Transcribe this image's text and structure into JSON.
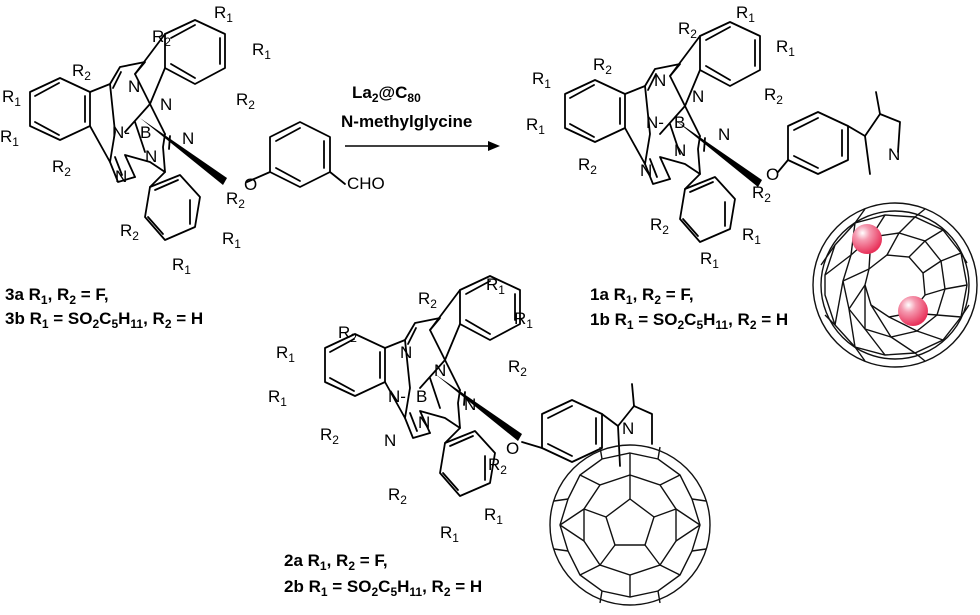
{
  "reaction": {
    "reagent_line1": {
      "base": "La",
      "sub1": "2",
      "mid": "@C",
      "sub2": "80"
    },
    "reagent_line2": "N-methylglycine"
  },
  "atoms": {
    "r1": "R",
    "r1_sub": "1",
    "r2": "R",
    "r2_sub": "2",
    "n": "N",
    "b": "B",
    "o": "O",
    "nb": "N-",
    "cho": "CHO"
  },
  "compounds": {
    "c3": {
      "a": {
        "id": "3a",
        "text": " R",
        "s1": "1",
        "mid": ", R",
        "s2": "2",
        "tail": " = F,"
      },
      "b": {
        "id": "3b",
        "text": " R",
        "s1": "1",
        "mid": " = SO",
        "s2": "2",
        "mid2": "C",
        "s3": "5",
        "mid3": "H",
        "s4": "11",
        "mid4": ", R",
        "s5": "2",
        "tail": " = H"
      }
    },
    "c1": {
      "a": {
        "id": "1a",
        "text": " R",
        "s1": "1",
        "mid": ", R",
        "s2": "2",
        "tail": " = F,"
      },
      "b": {
        "id": "1b",
        "text": " R",
        "s1": "1",
        "mid": " = SO",
        "s2": "2",
        "mid2": "C",
        "s3": "5",
        "mid3": "H",
        "s4": "11",
        "mid4": ", R",
        "s5": "2",
        "tail": " = H"
      }
    },
    "c2": {
      "a": {
        "id": "2a",
        "text": " R",
        "s1": "1",
        "mid": ", R",
        "s2": "2",
        "tail": " = F,"
      },
      "b": {
        "id": "2b",
        "text": " R",
        "s1": "1",
        "mid": " = SO",
        "s2": "2",
        "mid2": "C",
        "s3": "5",
        "mid3": "H",
        "s4": "11",
        "mid4": ", R",
        "s5": "2",
        "tail": " = H"
      }
    }
  },
  "colors": {
    "lanthanum_sphere": "#e8325a",
    "bond": "#000000"
  }
}
